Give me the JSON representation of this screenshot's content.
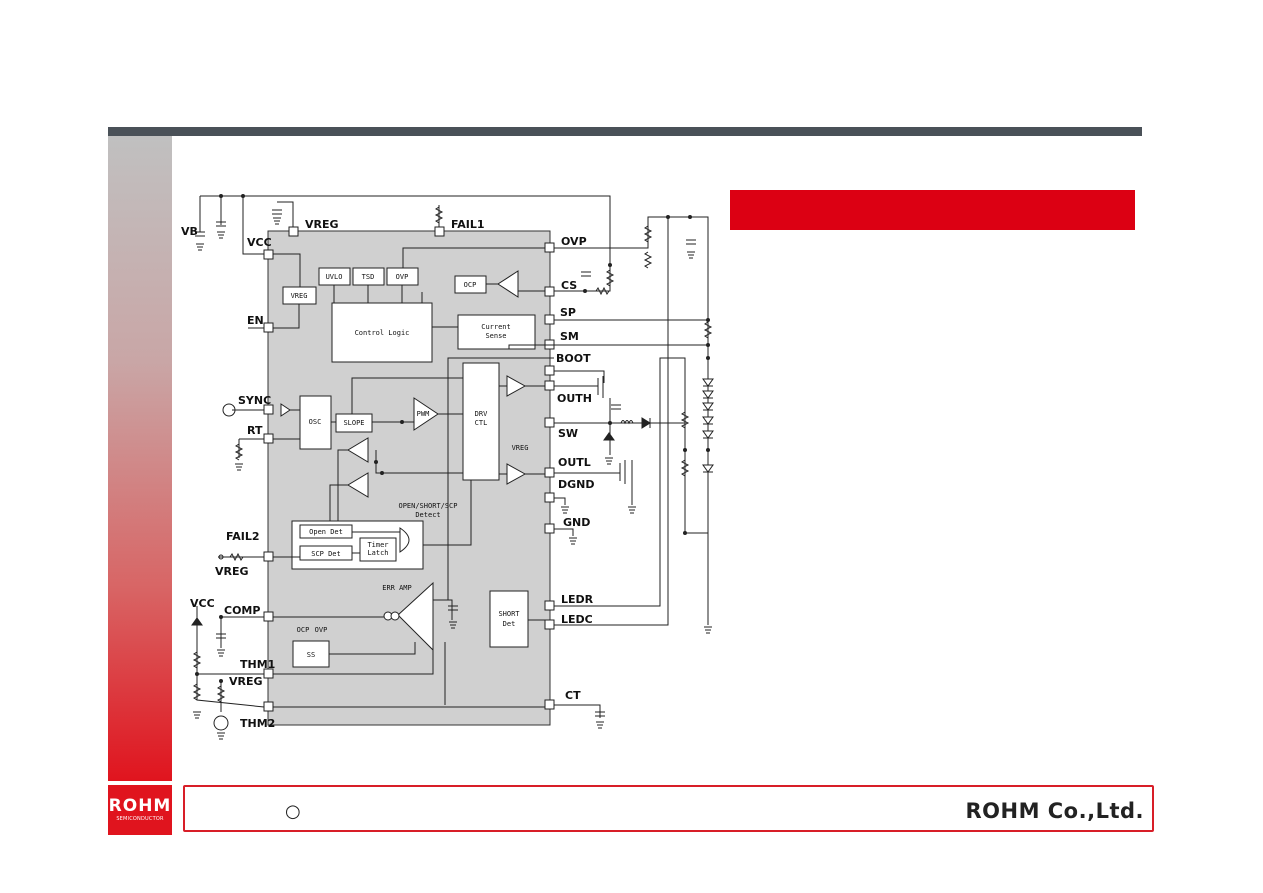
{
  "company": {
    "logo_text": "ROHM",
    "logo_sub": "SEMICONDUCTOR",
    "name": "ROHM Co.,Ltd."
  },
  "footer": {
    "mark": "○"
  },
  "colors": {
    "accent": "#dc0013",
    "bar": "#4a5158",
    "chip": "#d0d0d0"
  },
  "diagram": {
    "pins_left": {
      "vcc": "VCC",
      "en": "EN",
      "sync": "SYNC",
      "rt": "RT",
      "fail2": "FAIL2",
      "comp": "COMP",
      "thm1": "THM1",
      "thm2": "THM2"
    },
    "pins_top": {
      "vreg": "VREG",
      "fail1": "FAIL1"
    },
    "pins_right": {
      "ovp": "OVP",
      "cs": "CS",
      "sp": "SP",
      "sm": "SM",
      "boot": "BOOT",
      "outh": "OUTH",
      "sw": "SW",
      "outl": "OUTL",
      "dgnd": "DGND",
      "gnd": "GND",
      "ledr": "LEDR",
      "ledc": "LEDC",
      "ct": "CT"
    },
    "external": {
      "vb": "VB",
      "vreg_fail2": "VREG",
      "vcc_comp": "VCC",
      "vreg_thm": "VREG"
    },
    "blocks": {
      "uvlo": "UVLO",
      "tsd": "TSD",
      "ovp": "OVP",
      "vreg": "VREG",
      "ocp": "OCP",
      "control_logic": "Control Logic",
      "current_sense_1": "Current",
      "current_sense_2": "Sense",
      "osc": "OSC",
      "slope": "SLOPE",
      "pwm": "PWM",
      "drv_ctl_1": "DRV",
      "drv_ctl_2": "CTL",
      "vreg_drv": "VREG",
      "detect_1": "OPEN/SHORT/SCP",
      "detect_2": "Detect",
      "open_det": "Open Det",
      "scp_det": "SCP Det",
      "timer_1": "Timer",
      "timer_2": "Latch",
      "err_amp": "ERR AMP",
      "short_det_1": "SHORT",
      "short_det_2": "Det",
      "ss": "SS",
      "ss_ocp": "OCP",
      "ss_ovp": "OVP"
    }
  }
}
